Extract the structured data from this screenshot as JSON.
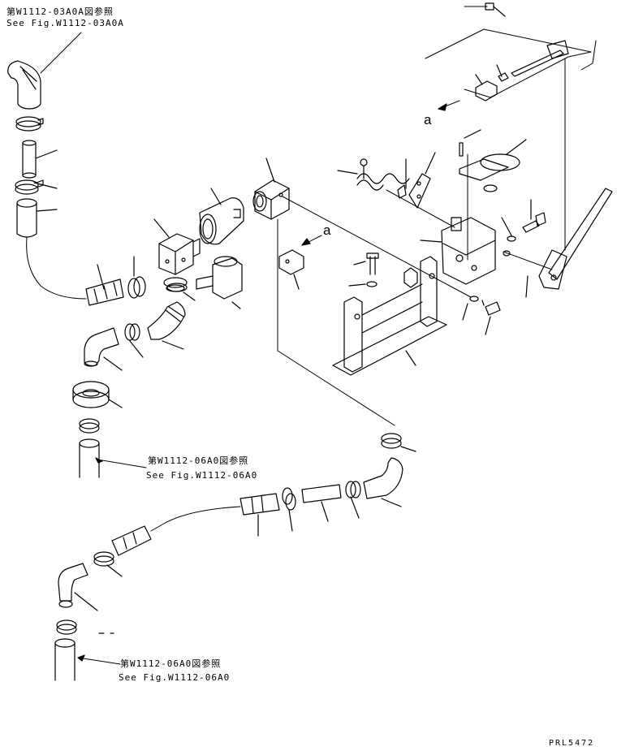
{
  "references": {
    "top": {
      "jp": "第W1112-03A0A図参照",
      "en": "See Fig.W1112-03A0A"
    },
    "middle": {
      "jp": "第W1112-06A0図参照",
      "en": "See Fig.W1112-06A0"
    },
    "bottom": {
      "jp": "第W1112-06A0図参照",
      "en": "See Fig.W1112-06A0"
    }
  },
  "view_labels": {
    "upper": "a",
    "lower": "a"
  },
  "drawing_code": "PRL5472",
  "colors": {
    "line": "#000000",
    "background": "#ffffff"
  }
}
